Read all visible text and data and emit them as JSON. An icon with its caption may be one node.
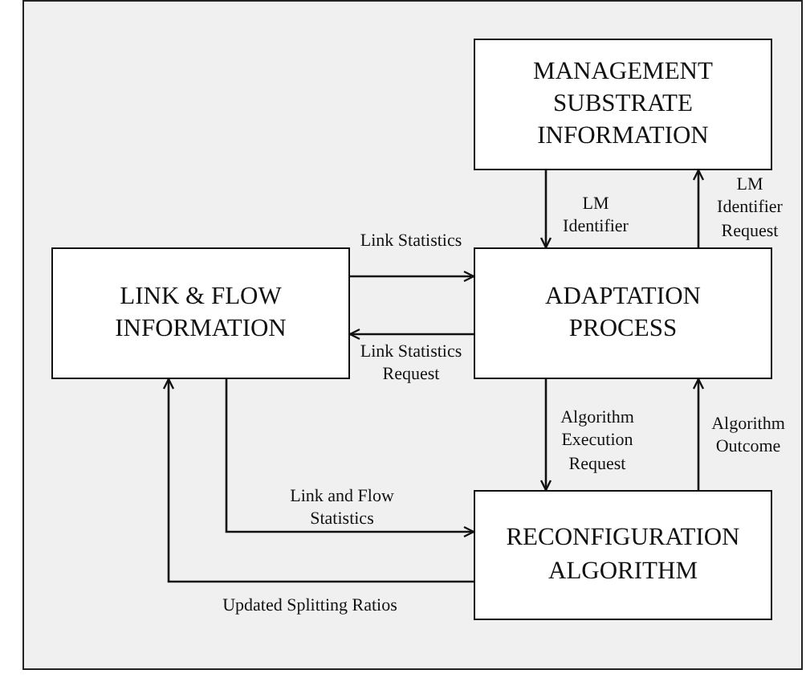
{
  "diagram": {
    "nodes": [
      {
        "text": [
          "MANAGEMENT SUBSTRATE INFORMATION"
        ]
      },
      {
        "text": [
          "LINK & FLOW INFORMATION"
        ]
      },
      {
        "text": [
          "ADAPTATION PROCESS"
        ]
      },
      {
        "text": [
          "RECONFIGURATION ALGORITHM"
        ]
      }
    ],
    "edges": [
      {
        "from": 0,
        "to": 2,
        "arrow": "to",
        "label": "LM Identifier"
      },
      {
        "from": 2,
        "to": 0,
        "arrow": "to",
        "label": "LM Identifier Request"
      },
      {
        "from": 1,
        "to": 2,
        "arrow": "to",
        "label": "Link Statistics"
      },
      {
        "from": 2,
        "to": 1,
        "arrow": "to",
        "label": "Link Statistics Request"
      },
      {
        "from": 2,
        "to": 3,
        "arrow": "to",
        "label": "Algorithm Execution Request"
      },
      {
        "from": 3,
        "to": 2,
        "arrow": "to",
        "label": "Algorithm Outcome"
      },
      {
        "from": 1,
        "to": 3,
        "arrow": "to",
        "label": "Link and Flow Statistics"
      },
      {
        "from": 3,
        "to": 1,
        "arrow": "to",
        "label": "Updated Splitting Ratios"
      }
    ]
  }
}
